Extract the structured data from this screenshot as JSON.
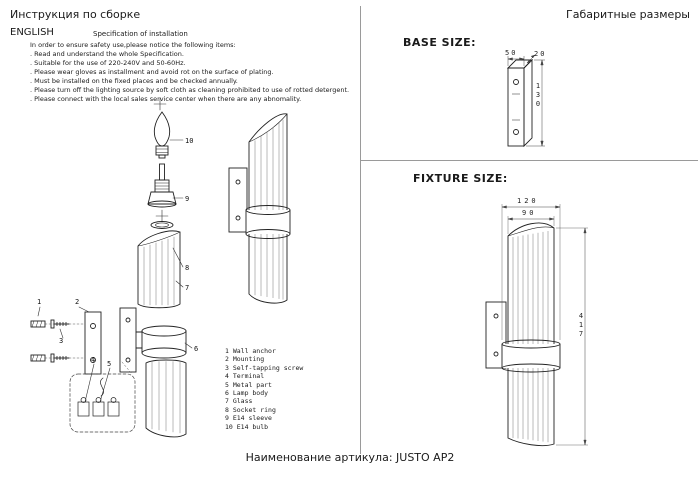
{
  "page": {
    "title_left": "Инструкция по сборке",
    "title_right": "Габаритные размеры",
    "footer": "Наименование артикула: JUSTO AP2"
  },
  "instructions": {
    "language": "ENGLISH",
    "subtitle": "Specification of installation",
    "intro": "In order to ensure safety use,please notice the following items:",
    "items": [
      ". Read and understand the whole Specification.",
      ". Suitable for the use of 220-240V and 50-60Hz.",
      ". Please wear gloves as installment and avoid rot on the surface of plating.",
      ". Must be installed on the fixed places and be checked annually.",
      ". Please turn off the lighting source by soft cloth as cleaning prohibited to use of rotted detergent.",
      ". Please connect with the local sales service center when there are any abnomality."
    ]
  },
  "parts_list": [
    "1 Wall anchor",
    "2 Mounting",
    "3 Self-tapping screw",
    "4 Terminal",
    "5 Metal part",
    "6 Lamp body",
    "7 Glass",
    "8 Socket ring",
    "9 E14 sleeve",
    "10 E14 bulb"
  ],
  "callouts": {
    "c1": "1",
    "c2": "2",
    "c3": "3",
    "c4": "4",
    "c5": "5",
    "c6": "6",
    "c7": "7",
    "c8": "8",
    "c9": "9",
    "c10": "10"
  },
  "base_size": {
    "label": "BASE SIZE:",
    "width": "50",
    "depth": "20",
    "height": "130"
  },
  "fixture_size": {
    "label": "FIXTURE SIZE:",
    "width": "120",
    "inner_width": "90",
    "height": "417"
  }
}
